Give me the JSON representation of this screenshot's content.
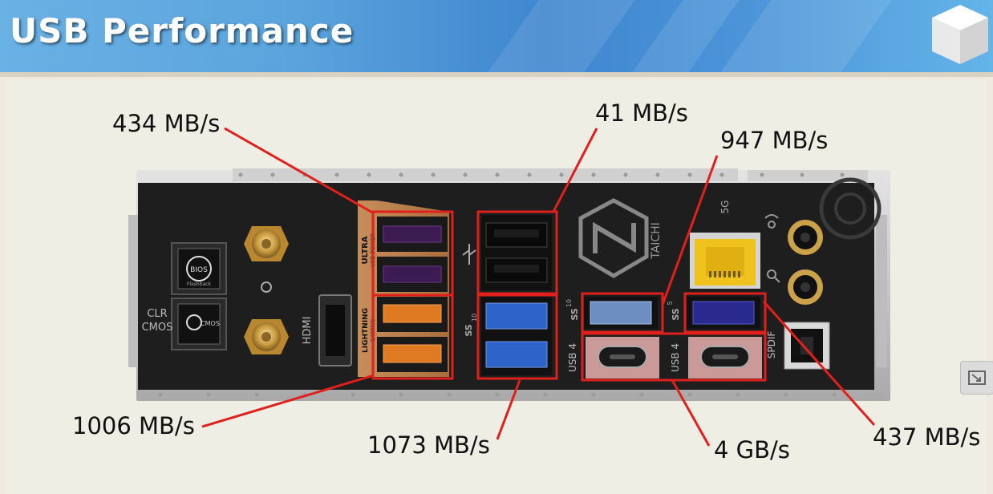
{
  "header": {
    "title": "USB Performance",
    "colors": {
      "accent": "#4c94d8",
      "highlight": "#e0201c"
    }
  },
  "callouts": {
    "top_left": "434 MB/s",
    "top_mid": "41 MB/s",
    "mid_right": "947 MB/s",
    "bottom_left": "1006 MB/s",
    "bottom_mid": "1073 MB/s",
    "bottom_right_mid": "4 GB/s",
    "bottom_right": "437 MB/s"
  },
  "io_panel": {
    "labels": {
      "clr_cmos": [
        "CLR",
        "CMOS"
      ],
      "cmos_button": "CMOS",
      "bios_button": "BIOS",
      "bios_sub": "Flashback",
      "hdmi": "HDMI",
      "ultra": "ULTRA",
      "usb_power": "USB POWER",
      "lightning": "LIGHTNING",
      "gaming": "GAMING",
      "brand": "TAICHI",
      "fiveg": "5G",
      "usb4_a": "USB 4",
      "usb4_b": "USB 4",
      "spdif": "SPDIF",
      "ss10_a": "10",
      "ss10_b": "10",
      "ss5": "5",
      "ss_text": "SS"
    }
  },
  "icons": [
    "cube-icon",
    "usb-icon",
    "antenna-icon",
    "audio-icon",
    "expand-icon"
  ]
}
